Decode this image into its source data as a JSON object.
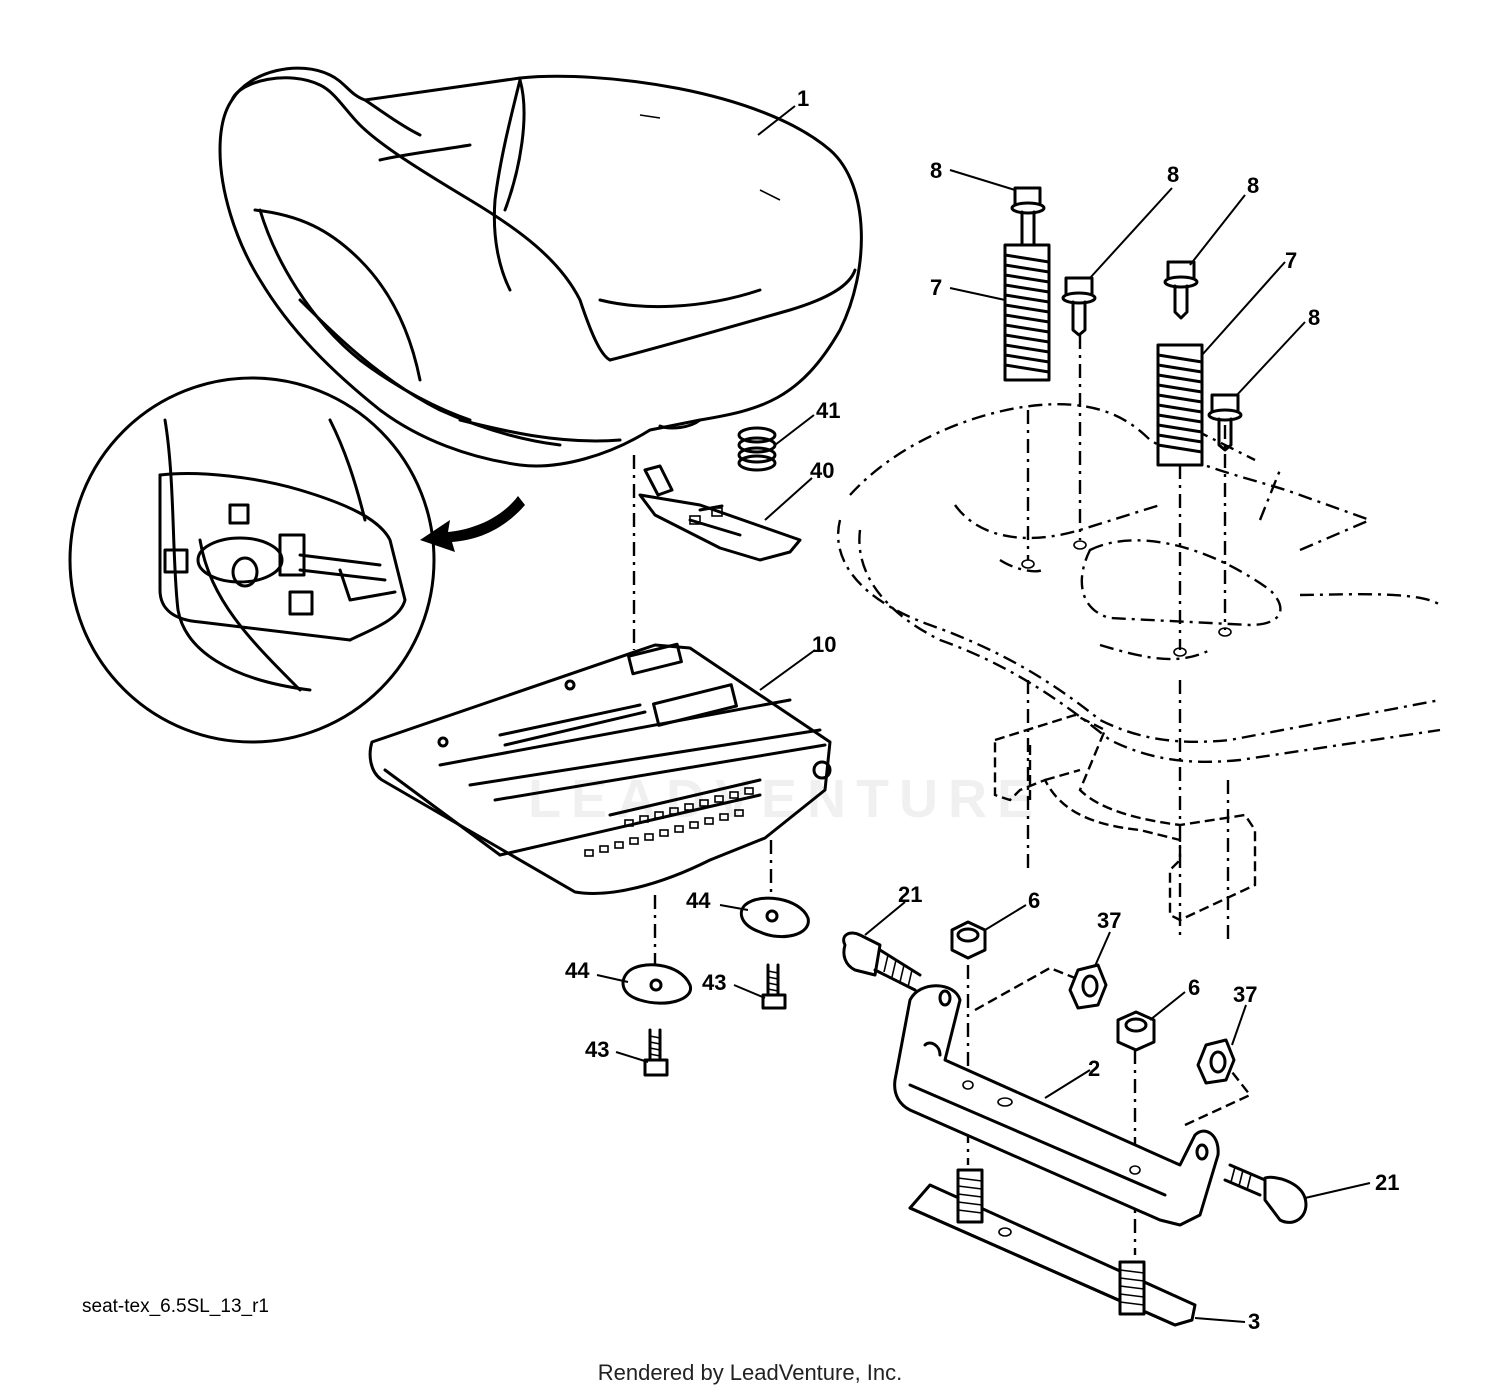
{
  "drawing_code": "seat-tex_6.5SL_13_r1",
  "rendered_by": "Rendered by LeadVenture, Inc.",
  "watermark_text": "LEADVENTURE",
  "callouts": [
    {
      "id": "c1",
      "label": "1"
    },
    {
      "id": "c8a",
      "label": "8"
    },
    {
      "id": "c8b",
      "label": "8"
    },
    {
      "id": "c8c",
      "label": "8"
    },
    {
      "id": "c7a",
      "label": "7"
    },
    {
      "id": "c7b",
      "label": "7"
    },
    {
      "id": "c8d",
      "label": "8"
    },
    {
      "id": "c41",
      "label": "41"
    },
    {
      "id": "c40",
      "label": "40"
    },
    {
      "id": "c10",
      "label": "10"
    },
    {
      "id": "c21a",
      "label": "21"
    },
    {
      "id": "c6a",
      "label": "6"
    },
    {
      "id": "c37a",
      "label": "37"
    },
    {
      "id": "c44a",
      "label": "44"
    },
    {
      "id": "c44b",
      "label": "44"
    },
    {
      "id": "c43a",
      "label": "43"
    },
    {
      "id": "c43b",
      "label": "43"
    },
    {
      "id": "c6b",
      "label": "6"
    },
    {
      "id": "c37b",
      "label": "37"
    },
    {
      "id": "c2",
      "label": "2"
    },
    {
      "id": "c21b",
      "label": "21"
    },
    {
      "id": "c3",
      "label": "3"
    }
  ]
}
